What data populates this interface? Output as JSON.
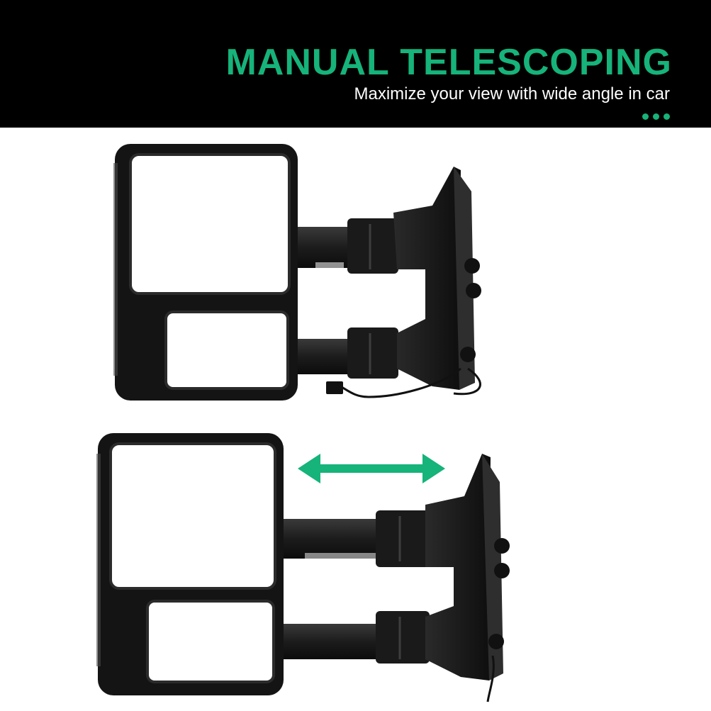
{
  "header": {
    "title": "MANUAL TELESCOPING",
    "subtitle": "Maximize your view with wide angle in car",
    "dot_count": 3
  },
  "images": {
    "top_mirror": "retracted-tow-mirror",
    "bottom_mirror": "extended-tow-mirror",
    "arrow_icon": "double-arrow-icon"
  },
  "colors": {
    "header_bg": "#000000",
    "accent": "#16b37a",
    "subtitle": "#ffffff",
    "background": "#ffffff",
    "mirror_housing": "#1a1a1a",
    "mirror_glass": "#ffffff"
  }
}
